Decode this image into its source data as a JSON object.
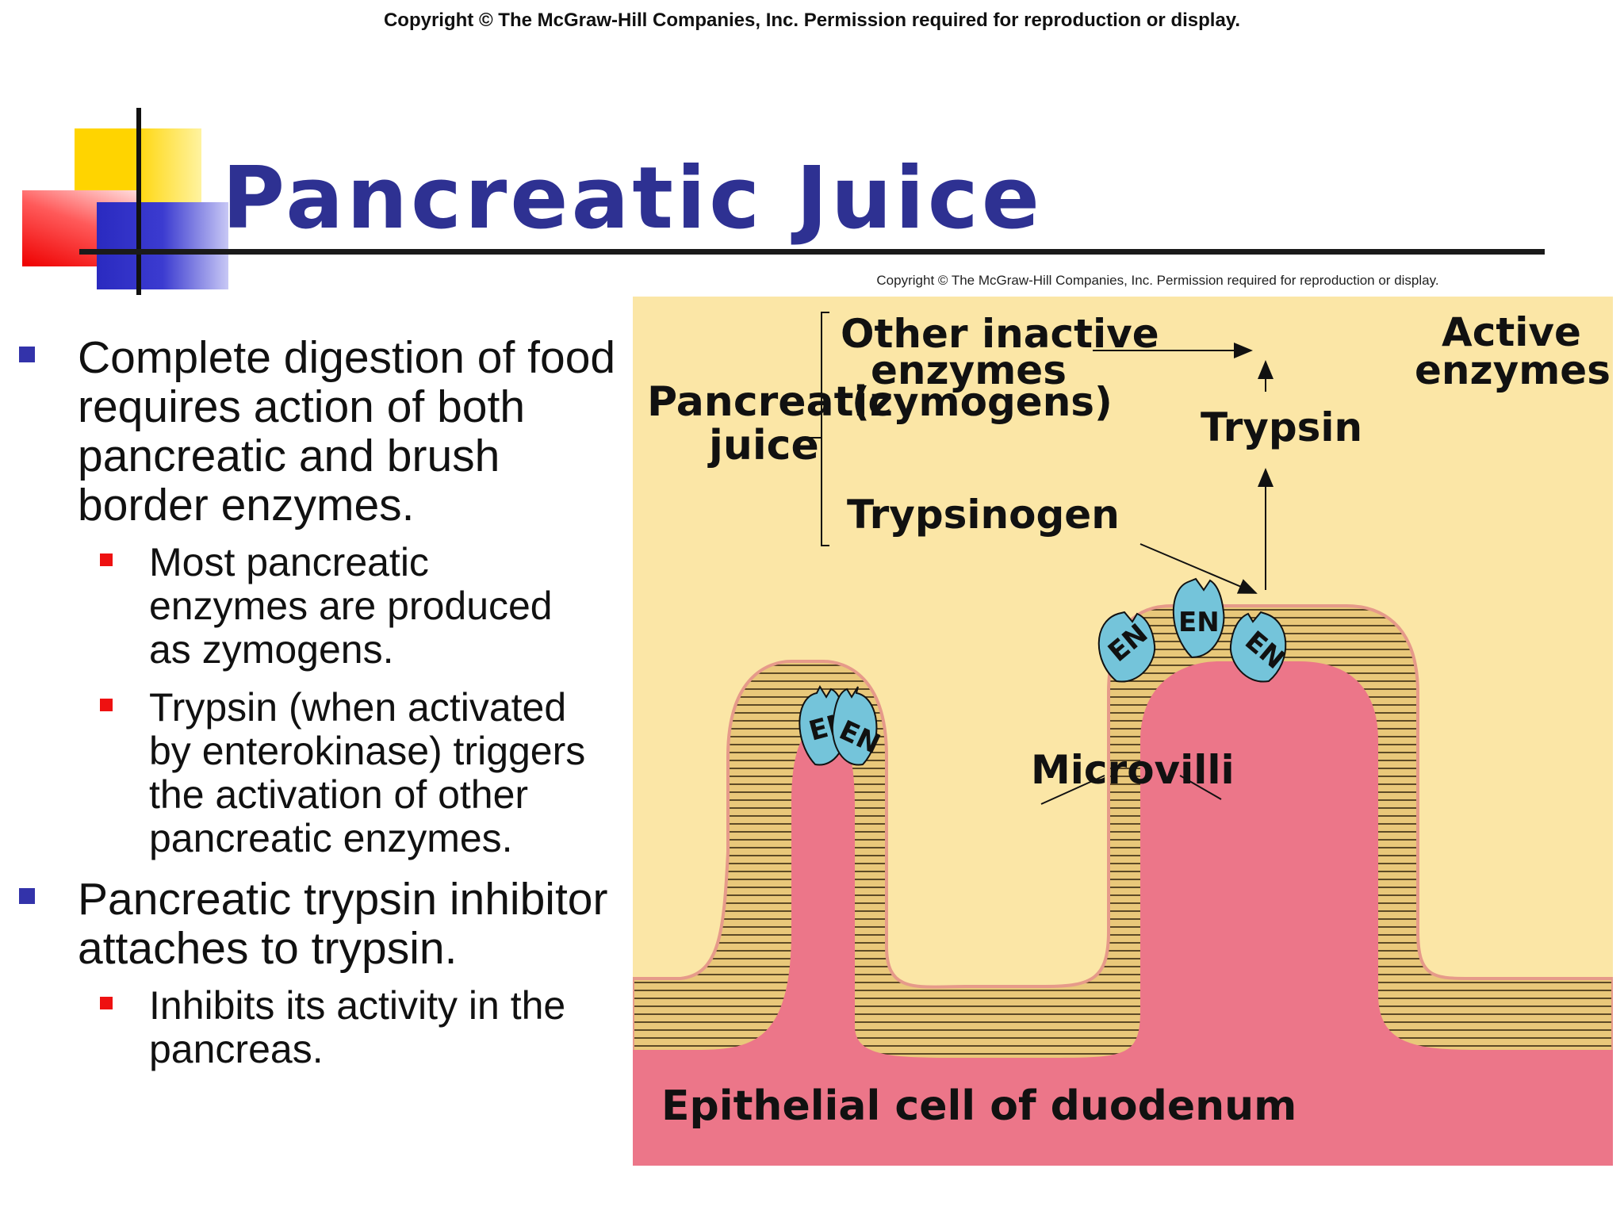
{
  "slide": {
    "copyright_top": "Copyright © The McGraw-Hill Companies, Inc. Permission required for reproduction or display.",
    "title": "Pancreatic Juice",
    "figure_copyright": "Copyright © The McGraw-Hill Companies, Inc. Permission required for reproduction or display."
  },
  "bullets": [
    {
      "text": "Complete digestion of food requires action of both pancreatic and brush border enzymes.",
      "sub": [
        "Most pancreatic enzymes are produced as zymogens.",
        "Trypsin (when activated by enterokinase) triggers the activation of other pancreatic enzymes."
      ]
    },
    {
      "text": "Pancreatic trypsin inhibitor attaches to trypsin.",
      "sub": [
        "Inhibits its activity in the pancreas."
      ]
    }
  ],
  "diagram": {
    "pancreatic_juice_1": "Pancreatic",
    "pancreatic_juice_2": "juice",
    "other_inactive_1": "Other inactive",
    "other_inactive_2": "enzymes",
    "other_inactive_3": "(zymogens)",
    "trypsin": "Trypsin",
    "active_1": "Active",
    "active_2": "enzymes",
    "trypsinogen": "Trypsinogen",
    "microvilli": "Microvilli",
    "epithelial": "Epithelial cell of duodenum",
    "enzyme_label": "EN"
  },
  "colors": {
    "title": "#2e3192",
    "bullet_l1": "#3333aa",
    "bullet_l2": "#ee1111",
    "lumen": "#fbe6a6",
    "cell": "#ec7689",
    "membrane": "#e9c87a",
    "enzyme": "#74c4da"
  }
}
